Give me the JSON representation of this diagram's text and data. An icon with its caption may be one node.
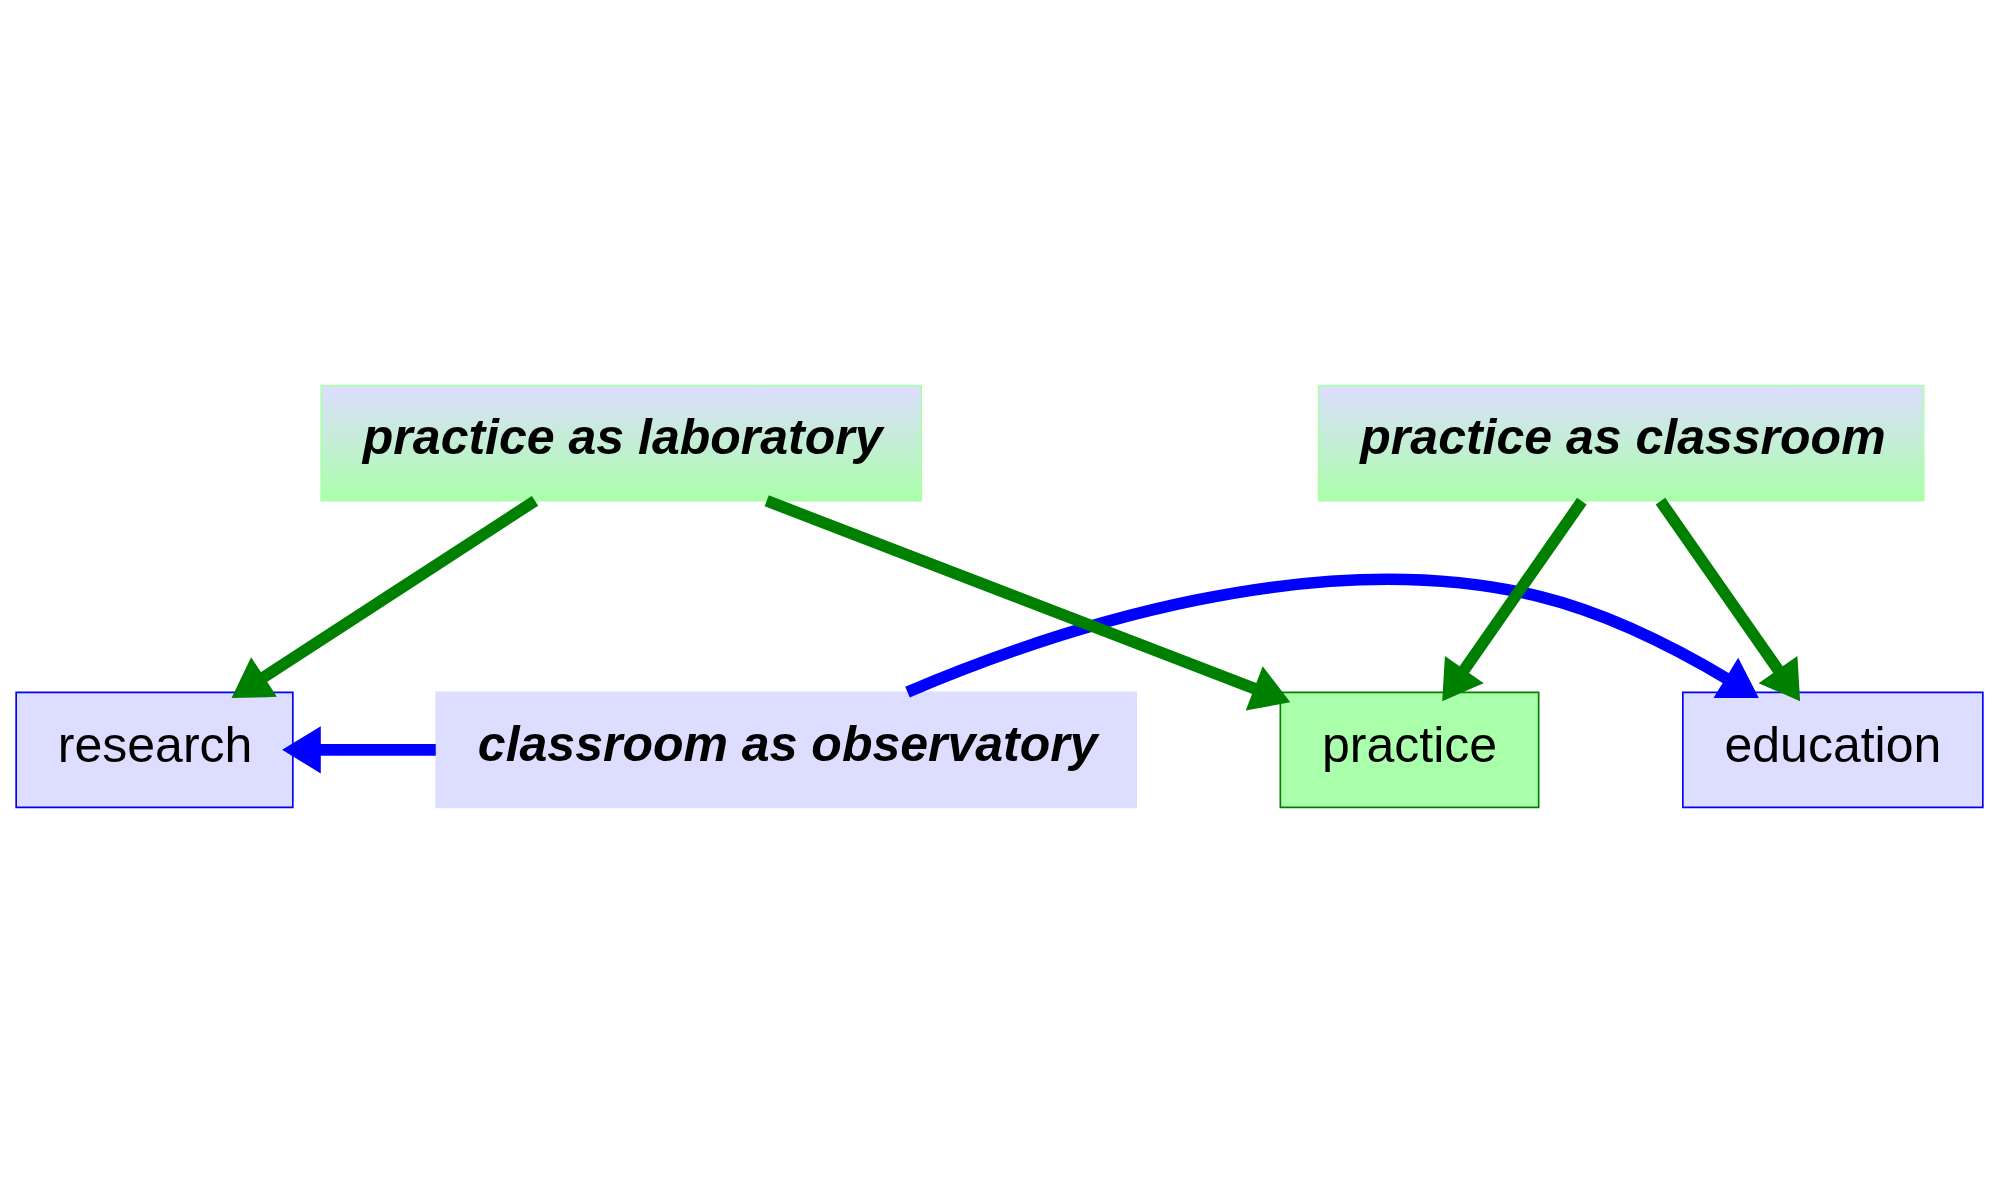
{
  "diagram": {
    "nodes": [
      {
        "text": [
          "research"
        ]
      },
      {
        "text": [
          "classroom as observatory"
        ]
      },
      {
        "text": [
          "education"
        ]
      },
      {
        "text": [
          "practice as laboratory"
        ]
      },
      {
        "text": [
          "practice as classroom"
        ]
      },
      {
        "text": [
          "practice"
        ]
      }
    ],
    "edges": [
      {
        "from": 1,
        "to": 0,
        "arrow": "to",
        "color": "#0000ff"
      },
      {
        "from": 1,
        "to": 2,
        "arrow": "to",
        "color": "#0000ff"
      },
      {
        "from": 3,
        "to": 0,
        "arrow": "to"
      },
      {
        "from": 3,
        "to": 5,
        "arrow": "to"
      },
      {
        "from": 4,
        "to": 2,
        "arrow": "to"
      },
      {
        "from": 4,
        "to": 5,
        "arrow": "to"
      }
    ]
  }
}
